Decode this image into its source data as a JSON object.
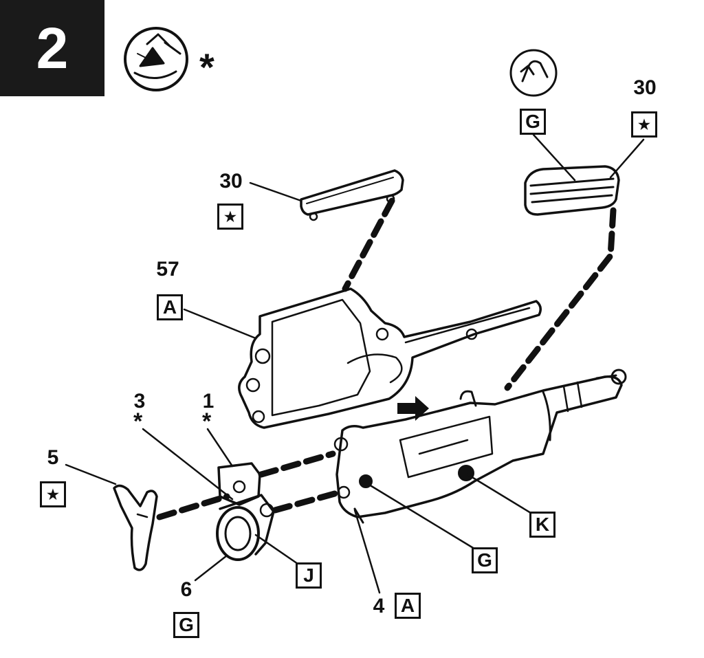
{
  "step": {
    "number": "2"
  },
  "header": {
    "note_symbol": "*"
  },
  "callouts": {
    "part_30_left": {
      "number": "30",
      "code": "★"
    },
    "part_30_right": {
      "number": "30",
      "code": "★"
    },
    "part_57": {
      "number": "57",
      "code": "A"
    },
    "part_3": {
      "number": "3",
      "note": "*"
    },
    "part_1": {
      "number": "1",
      "note": "*"
    },
    "part_5": {
      "number": "5",
      "code": "★"
    },
    "part_6": {
      "number": "6",
      "code": "G"
    },
    "part_4": {
      "number": "4",
      "code": "A"
    },
    "paint_g_top": {
      "code": "G"
    },
    "paint_j": {
      "code": "J"
    },
    "paint_g_mid": {
      "code": "G"
    },
    "paint_k": {
      "code": "K"
    }
  },
  "icons": {
    "header_icon": "paint-detail-icon",
    "top_right_icon": "glue-curve-icon",
    "direction_arrow": "arrow-right-icon"
  },
  "colors": {
    "ink": "#111111",
    "step_box": "#1a1a1a",
    "background": "#ffffff"
  }
}
